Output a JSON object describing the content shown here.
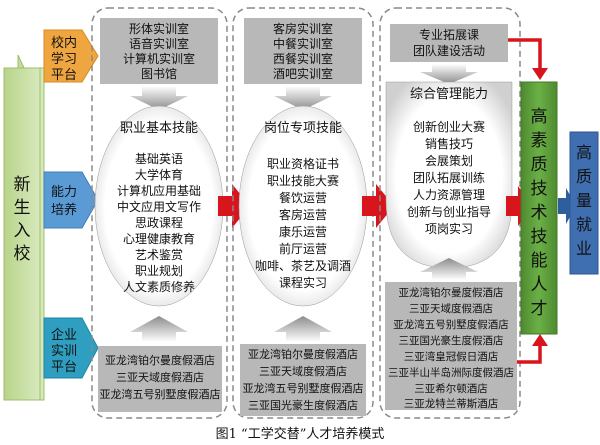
{
  "caption": "图1  “工学交替”人才培养模式",
  "left_column": {
    "label": [
      "新",
      "生",
      "入",
      "校"
    ],
    "color": "#c9dfa0"
  },
  "stage_arrows": [
    {
      "id": "campus",
      "label": [
        "校内",
        "学习",
        "平台"
      ],
      "color": "#f0a640"
    },
    {
      "id": "ability",
      "label": [
        "能力",
        "培养"
      ],
      "color": "#5a9bd5"
    },
    {
      "id": "enterprise",
      "label": [
        "企业",
        "实训",
        "平台"
      ],
      "color": "#2e9fc0"
    }
  ],
  "column1": {
    "top_box": [
      "形体实训室",
      "语音实训室",
      "计算机实训室",
      "图书馆"
    ],
    "oval_title": "职业基本技能",
    "oval_items": [
      "基础英语",
      "大学体育",
      "计算机应用基础",
      "中文应用文写作",
      "思政课程",
      "心理健康教育",
      "艺术鉴赏",
      "职业规划",
      "人文素质修养"
    ],
    "bottom_box": [
      "亚龙湾铂尔曼度假酒店",
      "三亚天域度假酒店",
      "亚龙湾五号别墅度假酒店"
    ]
  },
  "column2": {
    "top_box": [
      "客房实训室",
      "中餐实训室",
      "西餐实训室",
      "酒吧实训室"
    ],
    "oval_title": "岗位专项技能",
    "oval_items": [
      "职业资格证书",
      "职业技能大赛",
      "餐饮运营",
      "客房运营",
      "康乐运营",
      "前厅运营",
      "咖啡、茶艺及调酒",
      "课程实习"
    ],
    "bottom_box": [
      "亚龙湾铂尔曼度假酒店",
      "三亚天域度假酒店",
      "亚龙湾五号别墅度假酒店",
      "三亚国光豪生度假酒店"
    ]
  },
  "column3": {
    "top_box": [
      "专业拓展课",
      "团队建设活动"
    ],
    "oval_title": "综合管理能力",
    "oval_items": [
      "创新创业大赛",
      "销售技巧",
      "会展策划",
      "团队拓展训练",
      "人力资源管理",
      "创新与创业指导",
      "项岗实习"
    ],
    "bottom_box": [
      "亚龙湾铂尔曼度假酒店",
      "三亚天域度假酒店",
      "亚龙湾五号别墅度假酒店",
      "三亚国光豪生度假酒店",
      "三亚湾皇冠假日酒店",
      "三亚半山半岛洲际度假酒店",
      "三亚希尔顿酒店",
      "三亚龙特兰蒂斯酒店"
    ]
  },
  "result_bar": {
    "label": [
      "高",
      "素",
      "质",
      "技",
      "术",
      "技",
      "能",
      "人",
      "才"
    ],
    "color": "#5e9e3c"
  },
  "final_box": {
    "label": [
      "高",
      "质",
      "量",
      "就",
      "业"
    ],
    "color": "#3f6fb0"
  },
  "colors": {
    "gray_box": "#b8b8b8",
    "dashed_border": "#8a8a8a",
    "red_arrow": "#d8141c",
    "gray_arrow": "#8c8c8c"
  }
}
